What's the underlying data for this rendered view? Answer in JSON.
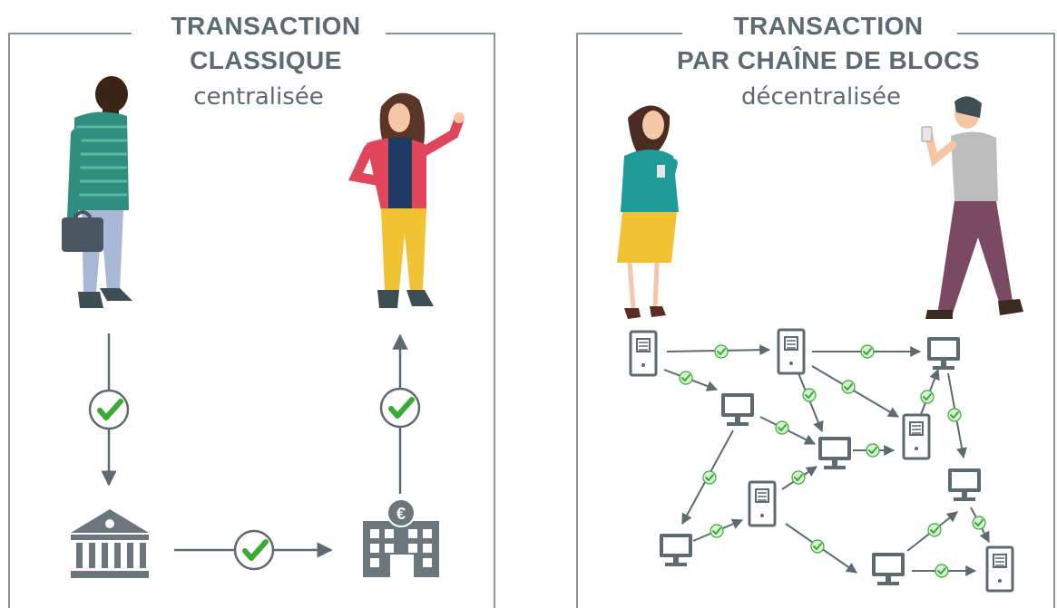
{
  "left_panel": {
    "title_line1": "TRANSACTION",
    "title_line2": "CLASSIQUE",
    "subtitle": "centralisée",
    "bank_icon_symbol": "€"
  },
  "right_panel": {
    "title_line1": "TRANSACTION",
    "title_line2": "PAR CHAÎNE DE BLOCS",
    "subtitle": "décentralisée"
  },
  "colors": {
    "frame": "#8a9499",
    "text": "#5d6b71",
    "check": "#3aaa35",
    "arrow": "#5d6b71",
    "icon": "#6b777c"
  },
  "icons": [
    "person-with-briefcase",
    "person-pointing",
    "bank-icon",
    "euro-bank-icon",
    "check-icon",
    "server-icon",
    "computer-icon",
    "person-with-phone",
    "person-walking-with-phone"
  ]
}
